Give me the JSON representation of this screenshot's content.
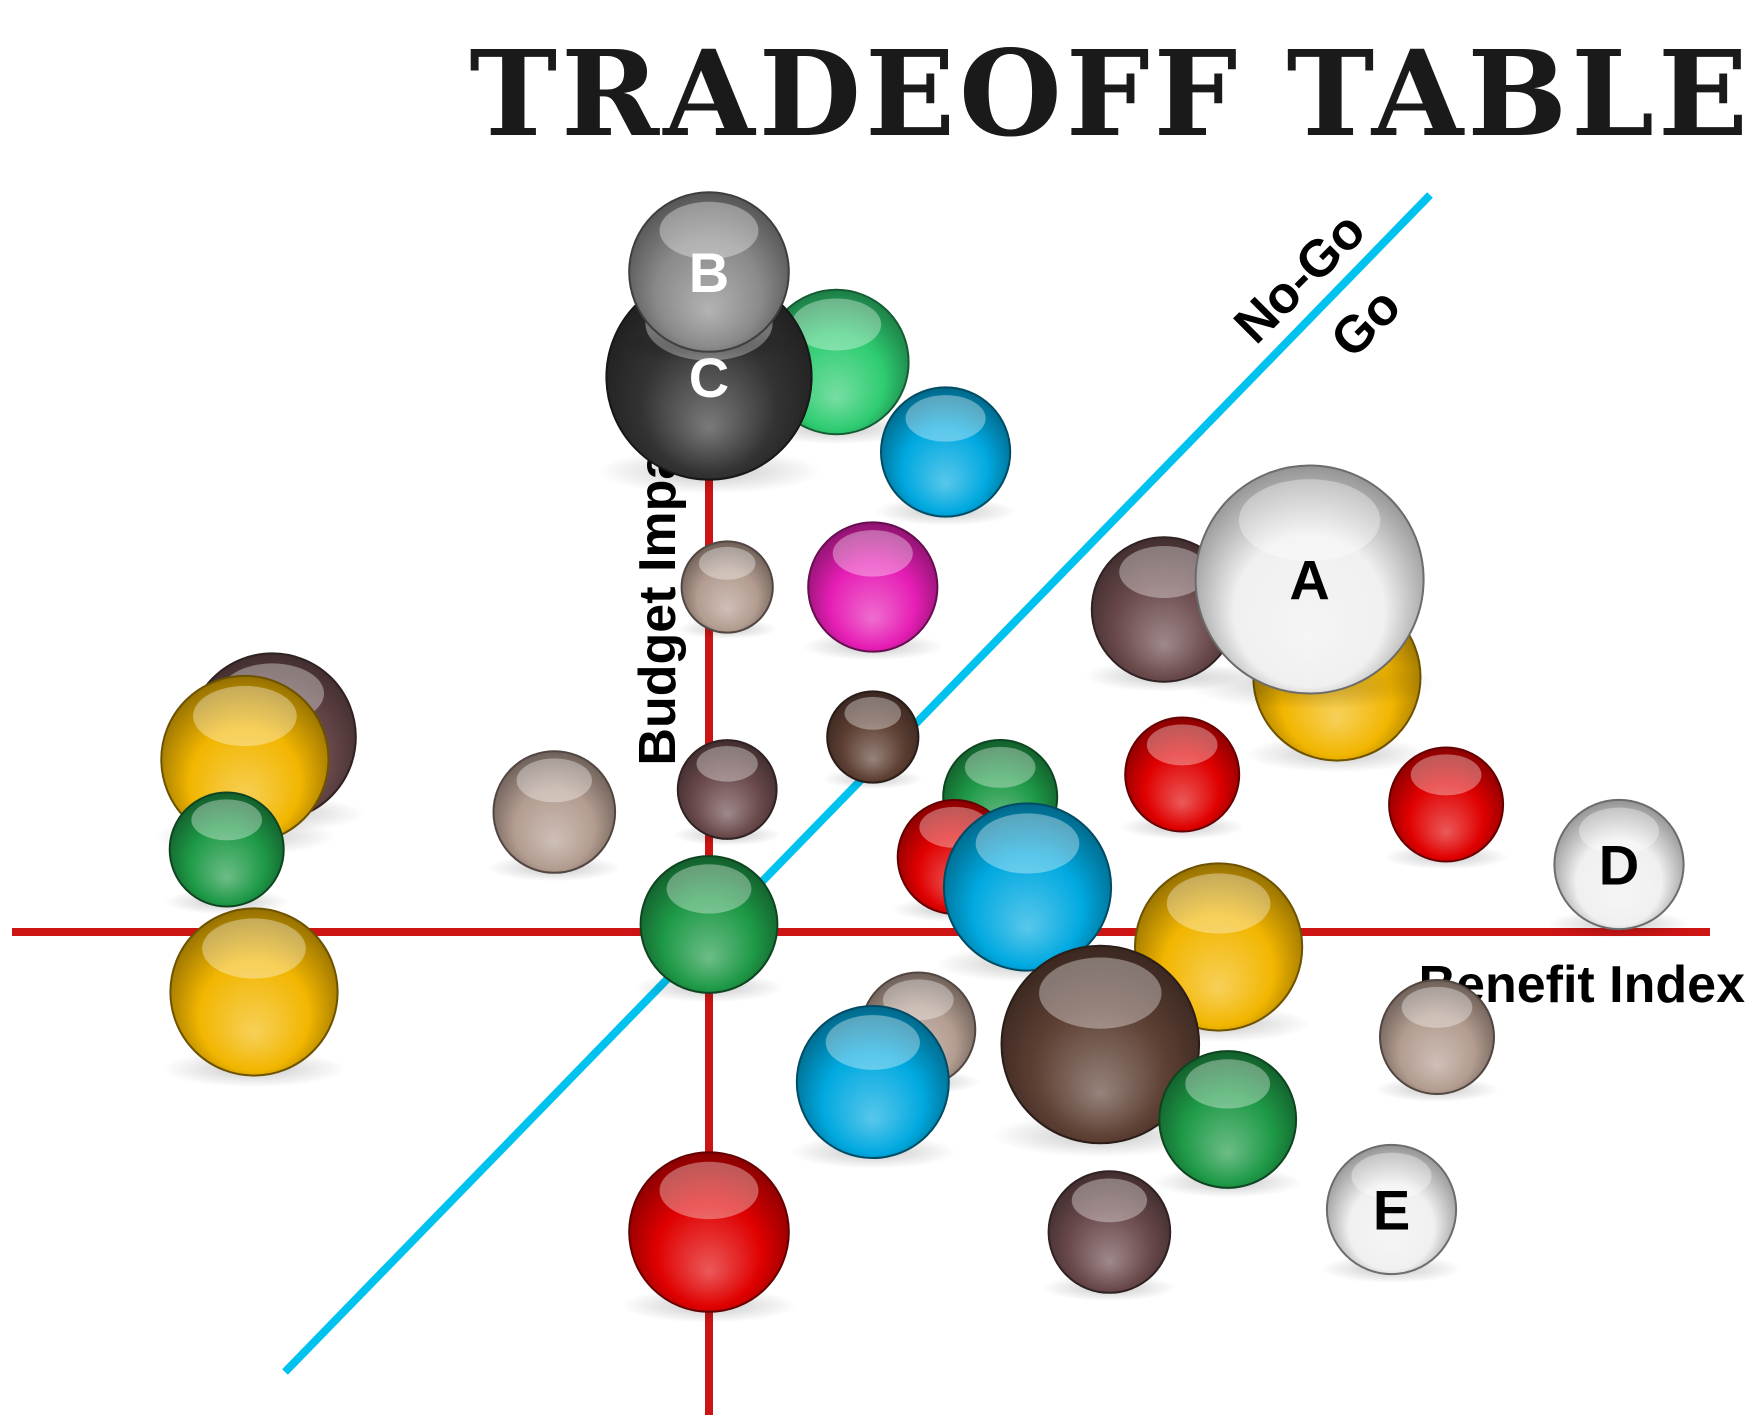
{
  "chart_data": {
    "type": "scatter",
    "title": "TRADEOFF TABLE",
    "xlabel": "Benefit Index",
    "ylabel": "Budget Impact",
    "divider": {
      "labels": {
        "above": "No-Go",
        "below": "Go"
      }
    },
    "xlim": [
      -10,
      10
    ],
    "ylim": [
      -8,
      10
    ],
    "labeled_points": [
      {
        "label": "A",
        "x": 6.6,
        "y": 4.7,
        "size": 3.0,
        "color": "#f0f0f0"
      },
      {
        "label": "B",
        "x": 0.0,
        "y": 8.8,
        "size": 2.1,
        "color": "#8a8a8a"
      },
      {
        "label": "C",
        "x": 0.0,
        "y": 7.4,
        "size": 2.7,
        "color": "#333333"
      },
      {
        "label": "D",
        "x": 10.0,
        "y": 0.9,
        "size": 1.7,
        "color": "#f0f0f0"
      },
      {
        "label": "E",
        "x": 7.5,
        "y": -3.7,
        "size": 1.7,
        "color": "#f0f0f0"
      }
    ],
    "points": [
      {
        "x": 1.4,
        "y": 7.6,
        "size": 1.9,
        "color": "#2ecc71"
      },
      {
        "x": 2.6,
        "y": 6.4,
        "size": 1.7,
        "color": "#00a9e0"
      },
      {
        "x": 0.2,
        "y": 4.6,
        "size": 1.2,
        "color": "#b39c90"
      },
      {
        "x": 1.8,
        "y": 4.6,
        "size": 1.7,
        "color": "#e61eb5"
      },
      {
        "x": 5.0,
        "y": 4.3,
        "size": 1.9,
        "color": "#6b4a4c"
      },
      {
        "x": 6.9,
        "y": 3.4,
        "size": 2.2,
        "color": "#f2b600"
      },
      {
        "x": 1.8,
        "y": 2.6,
        "size": 1.2,
        "color": "#5e4034"
      },
      {
        "x": -4.8,
        "y": 2.6,
        "size": 2.2,
        "color": "#6b4a4c"
      },
      {
        "x": -5.1,
        "y": 2.3,
        "size": 2.2,
        "color": "#f2b600"
      },
      {
        "x": 5.2,
        "y": 2.1,
        "size": 1.5,
        "color": "#e00000"
      },
      {
        "x": 8.1,
        "y": 1.7,
        "size": 1.5,
        "color": "#e00000"
      },
      {
        "x": 3.2,
        "y": 1.8,
        "size": 1.5,
        "color": "#1e9a47"
      },
      {
        "x": 0.2,
        "y": 1.9,
        "size": 1.3,
        "color": "#6b4a4c"
      },
      {
        "x": -1.7,
        "y": 1.6,
        "size": 1.6,
        "color": "#b39c90"
      },
      {
        "x": -5.3,
        "y": 1.1,
        "size": 1.5,
        "color": "#1e9a47"
      },
      {
        "x": 2.7,
        "y": 1.0,
        "size": 1.5,
        "color": "#e00000"
      },
      {
        "x": 3.5,
        "y": 0.6,
        "size": 2.2,
        "color": "#00a9e0"
      },
      {
        "x": 5.6,
        "y": -0.2,
        "size": 2.2,
        "color": "#f2b600"
      },
      {
        "x": 0.0,
        "y": 0.1,
        "size": 1.8,
        "color": "#1e9a47"
      },
      {
        "x": -5.0,
        "y": -0.8,
        "size": 2.2,
        "color": "#f2b600"
      },
      {
        "x": 2.3,
        "y": -1.3,
        "size": 1.5,
        "color": "#b39c90"
      },
      {
        "x": 4.3,
        "y": -1.5,
        "size": 2.6,
        "color": "#5e4034"
      },
      {
        "x": 8.0,
        "y": -1.4,
        "size": 1.5,
        "color": "#b39c90"
      },
      {
        "x": 1.8,
        "y": -2.0,
        "size": 2.0,
        "color": "#00a9e0"
      },
      {
        "x": 5.7,
        "y": -2.5,
        "size": 1.8,
        "color": "#1e9a47"
      },
      {
        "x": 0.0,
        "y": -4.0,
        "size": 2.1,
        "color": "#e00000"
      },
      {
        "x": 4.4,
        "y": -4.0,
        "size": 1.6,
        "color": "#6b4a4c"
      }
    ]
  }
}
